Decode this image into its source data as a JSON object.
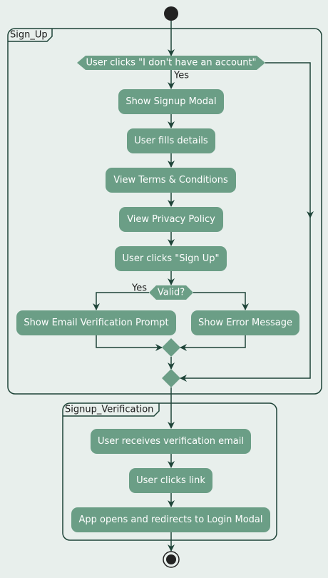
{
  "colors": {
    "background": "#e8efec",
    "node_fill": "#6b9e86",
    "line": "#1e4438",
    "terminal": "#222222",
    "text_light": "#ffffff",
    "text_dark": "#1a1a1a"
  },
  "groups": {
    "sign_up": "Sign_Up",
    "verification": "Signup_Verification"
  },
  "decisions": {
    "account": "User clicks \"I don't have an account\"",
    "valid": "Valid?"
  },
  "edge_labels": {
    "account_yes": "Yes",
    "valid_yes": "Yes"
  },
  "steps": {
    "show_signup_modal": "Show Signup Modal",
    "fill_details": "User fills details",
    "view_terms": "View Terms & Conditions",
    "view_privacy": "View Privacy Policy",
    "click_sign_up": "User clicks \"Sign Up\"",
    "email_prompt": "Show Email Verification Prompt",
    "error_message": "Show Error Message",
    "receive_email": "User receives verification email",
    "click_link": "User clicks link",
    "redirect_login": "App opens and redirects to Login Modal"
  }
}
